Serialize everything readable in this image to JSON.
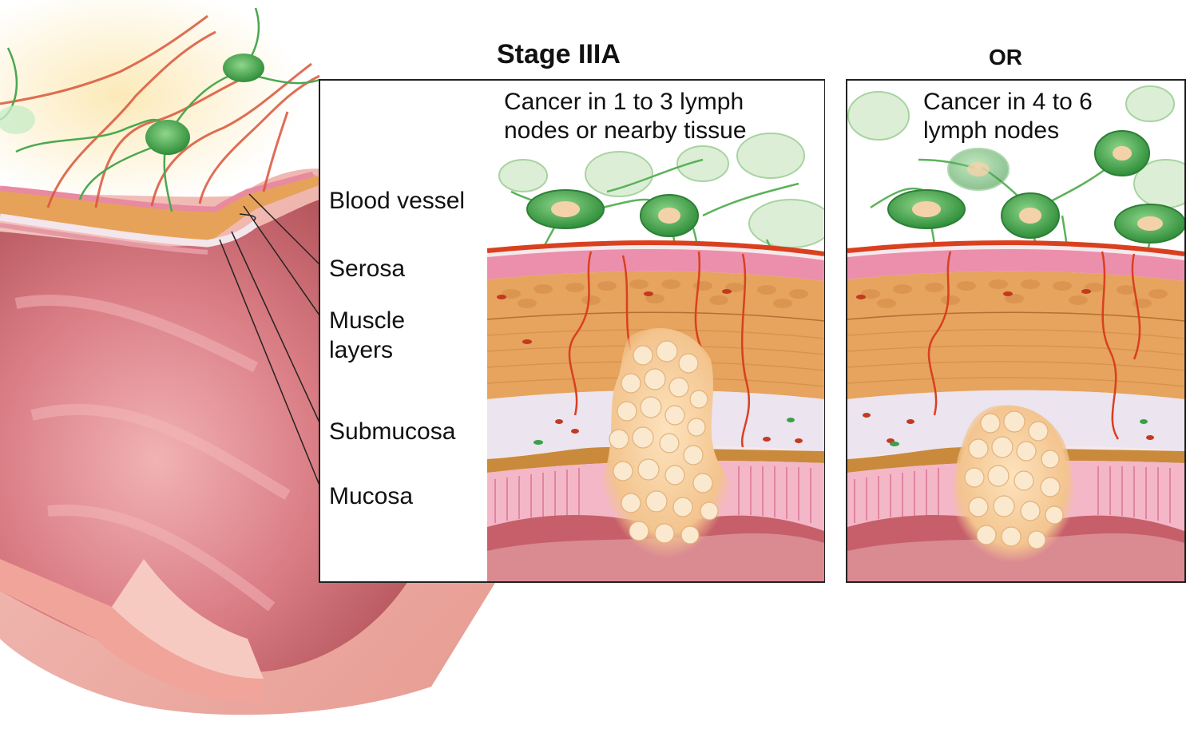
{
  "title": "Stage IIIA",
  "or_label": "OR",
  "panel_left": {
    "caption_line1": "Cancer in 1 to 3 lymph",
    "caption_line2": "nodes or nearby tissue"
  },
  "panel_right": {
    "caption_line1": "Cancer in 4 to 6",
    "caption_line2": "lymph nodes"
  },
  "labels": {
    "blood_vessel": "Blood vessel",
    "serosa": "Serosa",
    "muscle_line1": "Muscle",
    "muscle_line2": "layers",
    "submucosa": "Submucosa",
    "mucosa": "Mucosa"
  },
  "colors": {
    "mucosa_pink": "#e48a9c",
    "muscle_orange": "#e8a35c",
    "submucosa_lavender": "#ece4ee",
    "lymph_green": "#3aa04a",
    "vessel_red": "#d9401f",
    "tumor_cream": "#f7cf9c"
  }
}
